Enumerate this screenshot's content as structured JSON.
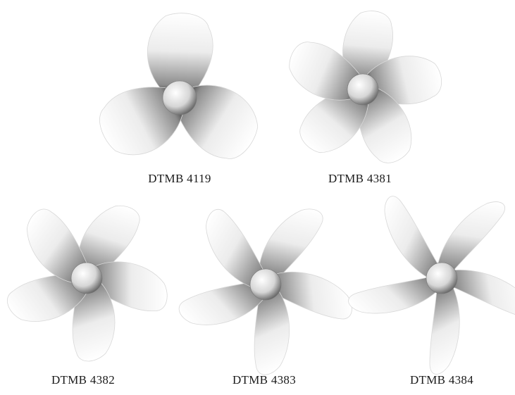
{
  "propellers": [
    {
      "label": "DTMB 4119"
    },
    {
      "label": "DTMB 4381"
    },
    {
      "label": "DTMB 4382"
    },
    {
      "label": "DTMB 4383"
    },
    {
      "label": "DTMB 4384"
    }
  ]
}
